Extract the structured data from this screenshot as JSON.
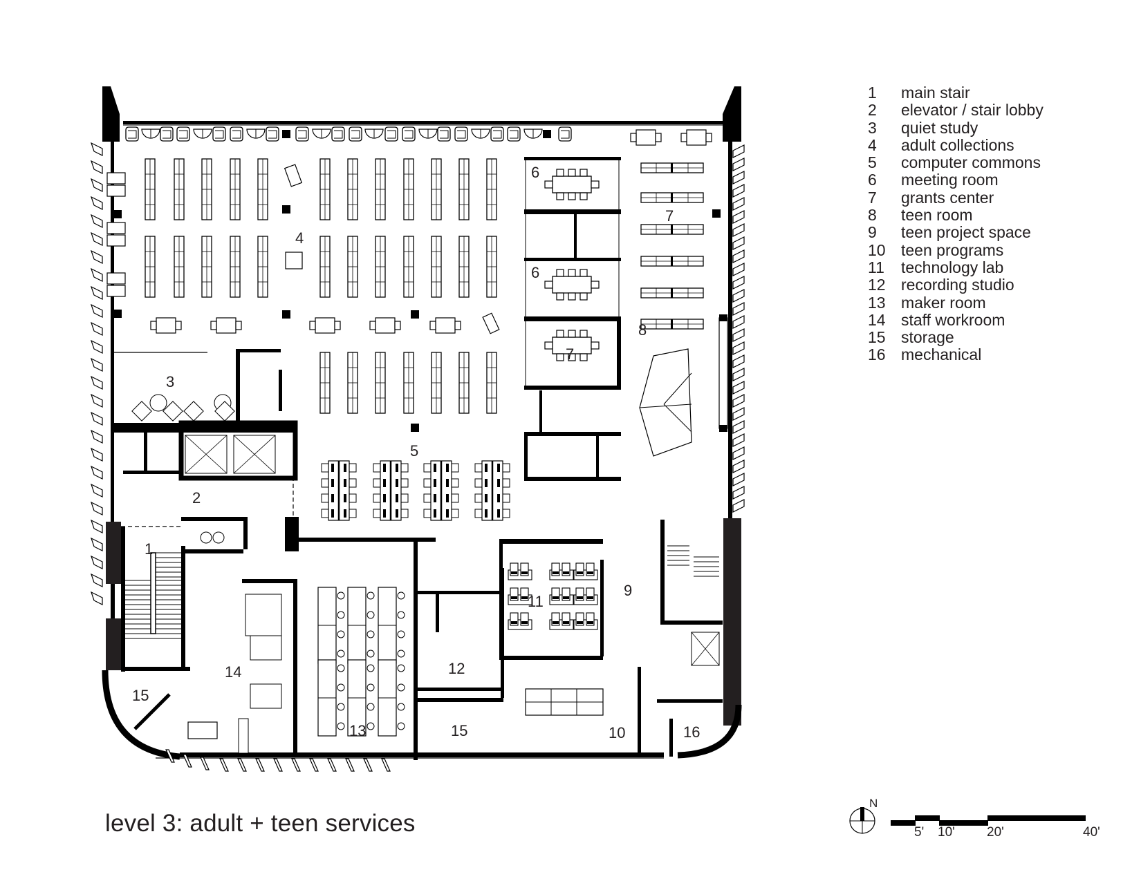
{
  "title": "level 3: adult + teen services",
  "legend": {
    "items": [
      {
        "num": "1",
        "label": "main stair"
      },
      {
        "num": "2",
        "label": "elevator / stair lobby"
      },
      {
        "num": "3",
        "label": "quiet study"
      },
      {
        "num": "4",
        "label": "adult collections"
      },
      {
        "num": "5",
        "label": "computer commons"
      },
      {
        "num": "6",
        "label": "meeting room"
      },
      {
        "num": "7",
        "label": "grants center"
      },
      {
        "num": "8",
        "label": "teen room"
      },
      {
        "num": "9",
        "label": "teen project space"
      },
      {
        "num": "10",
        "label": "teen programs"
      },
      {
        "num": "11",
        "label": "technology lab"
      },
      {
        "num": "12",
        "label": "recording studio"
      },
      {
        "num": "13",
        "label": "maker room"
      },
      {
        "num": "14",
        "label": "staff workroom"
      },
      {
        "num": "15",
        "label": "storage"
      },
      {
        "num": "16",
        "label": "mechanical"
      }
    ]
  },
  "room_labels": {
    "r1": "1",
    "r2": "2",
    "r3": "3",
    "r4": "4",
    "r5": "5",
    "r6a": "6",
    "r6b": "6",
    "r7a": "7",
    "r7b": "7",
    "r8": "8",
    "r9": "9",
    "r10": "10",
    "r11": "11",
    "r12": "12",
    "r13": "13",
    "r14": "14",
    "r15a": "15",
    "r15b": "15",
    "r16": "16"
  },
  "north_arrow": {
    "label": "N"
  },
  "scale_bar": {
    "labels": [
      "5'",
      "10'",
      "20'",
      "40'"
    ]
  },
  "colors": {
    "ink": "#231f20",
    "wall": "#000000",
    "background": "#ffffff"
  }
}
